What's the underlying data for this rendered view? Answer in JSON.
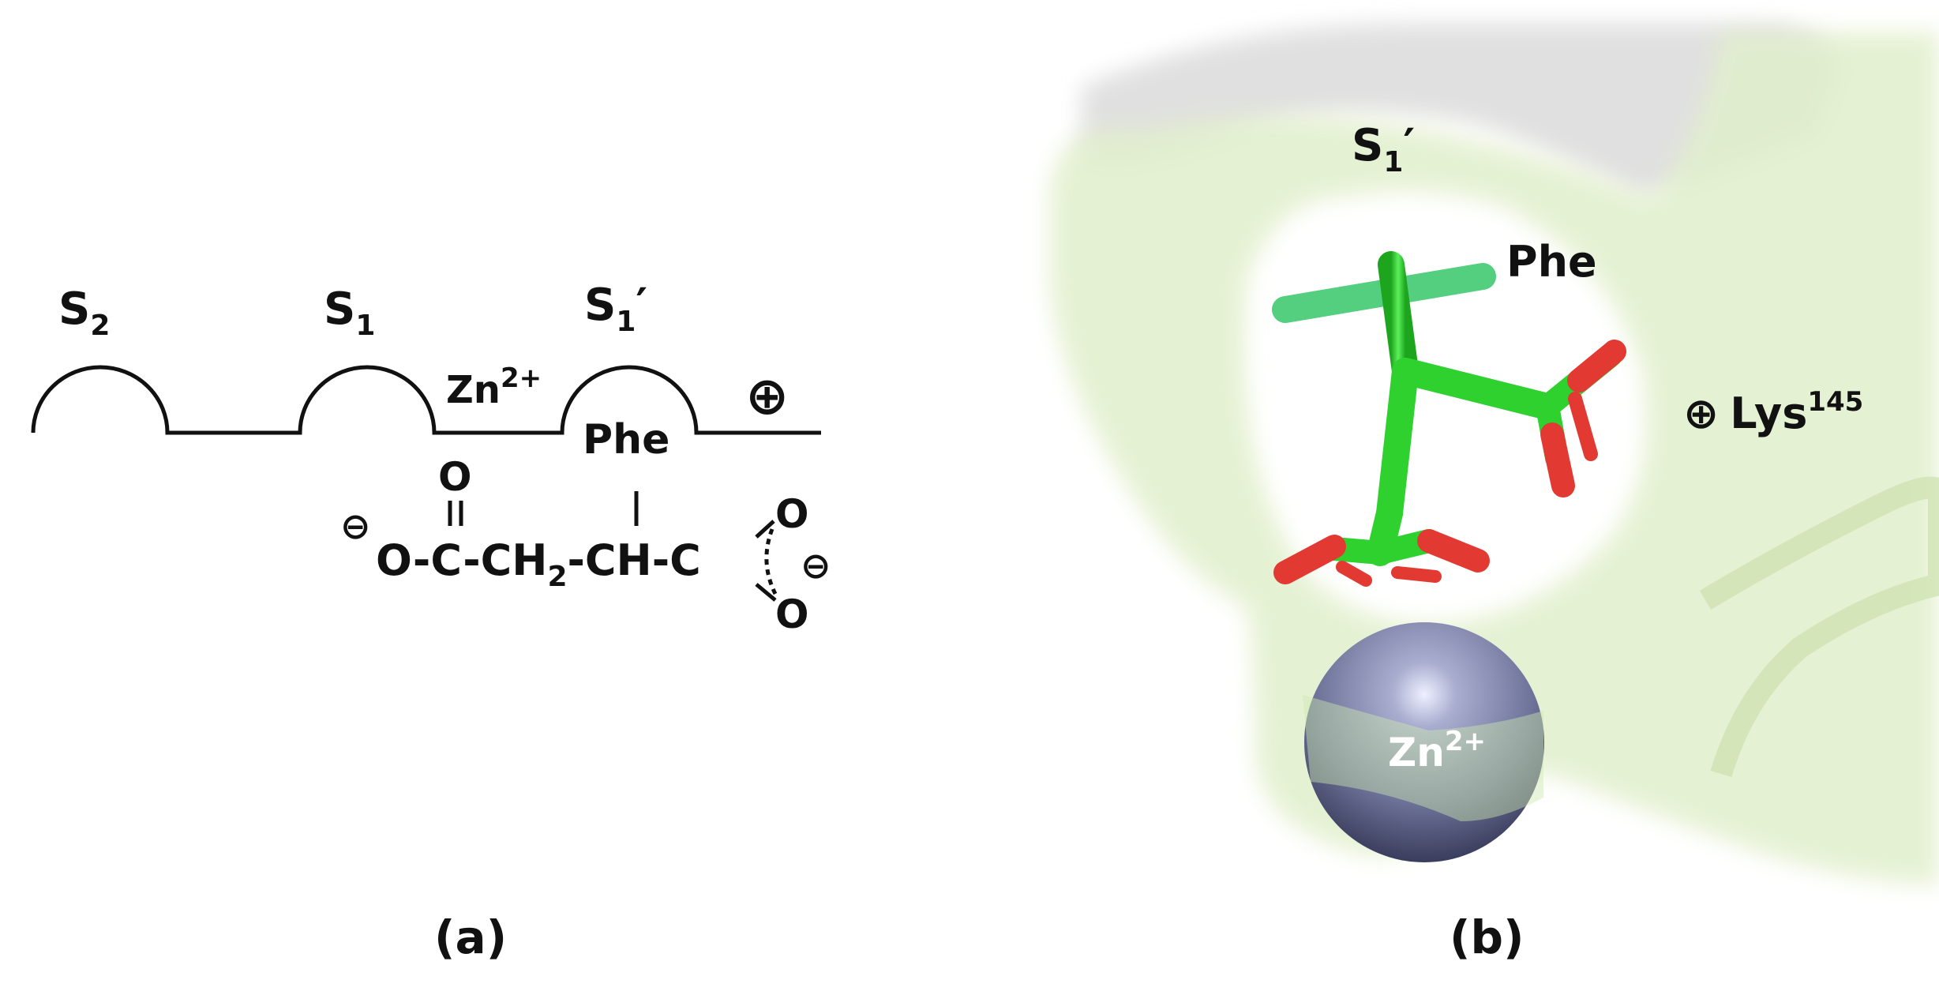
{
  "panel_a": {
    "s2": {
      "main": "S",
      "sub": "2"
    },
    "s1": {
      "main": "S",
      "sub": "1"
    },
    "s1p": {
      "main": "S",
      "sub": "1",
      "prime": "′"
    },
    "zn": {
      "main": "Zn",
      "sup": "2+"
    },
    "phe": "Phe",
    "plus": "⊕",
    "carbonyl_o": "O",
    "minus": "⊖",
    "backbone": {
      "part1": "O-C-CH",
      "sub": "2",
      "part2": "-CH-C"
    },
    "o_top": "O",
    "o_bottom": "O",
    "minus_right": "⊖",
    "caption": "(a)"
  },
  "panel_b": {
    "s1p": {
      "main": "S",
      "sub": "1",
      "prime": "′"
    },
    "phe": "Phe",
    "lys": {
      "plus": "⊕",
      "main": "Lys",
      "sup": "145"
    },
    "zn": {
      "main": "Zn",
      "sup": "2+"
    },
    "caption": "(b)"
  },
  "colors": {
    "carbon_green": "#2fd12f",
    "oxygen_red": "#e23a32",
    "zinc_sphere": "#6e7399",
    "surface_green": "#e2f0cf",
    "surface_gray": "#dcdcdc",
    "line": "#111111"
  }
}
